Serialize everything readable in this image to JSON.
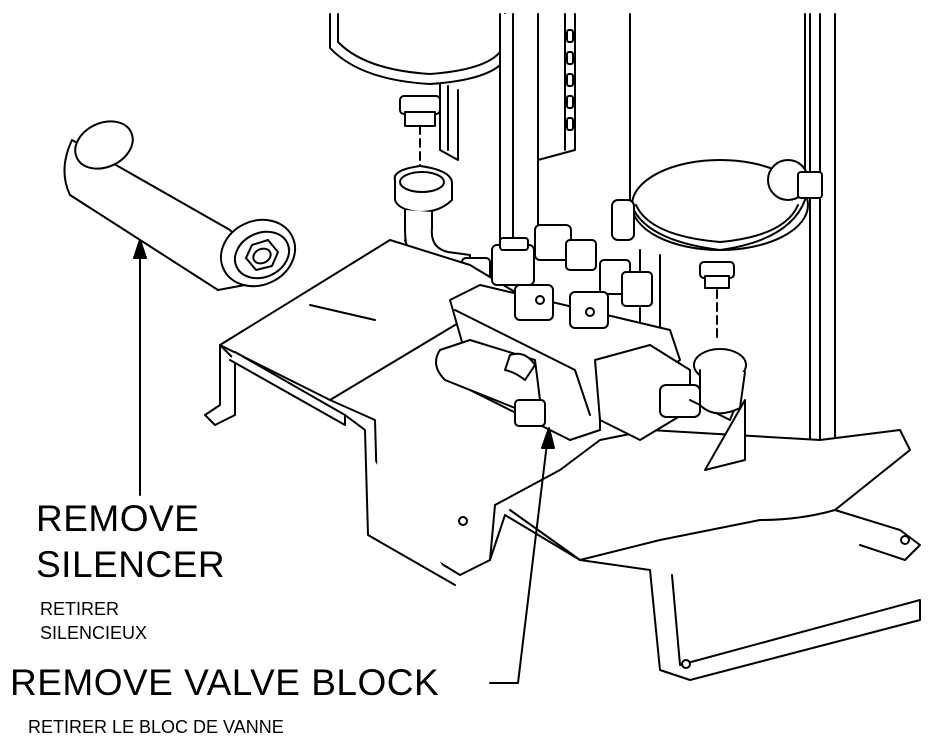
{
  "labels": {
    "silencer_en_1": "REMOVE",
    "silencer_en_2": "SILENCER",
    "silencer_fr_1": "RETIRER",
    "silencer_fr_2": "SILENCIEUX",
    "valve_en": "REMOVE VALVE BLOCK",
    "valve_fr": "RETIRER LE BLOC DE VANNE"
  },
  "colors": {
    "line": "#000000",
    "paper": "#ffffff"
  }
}
